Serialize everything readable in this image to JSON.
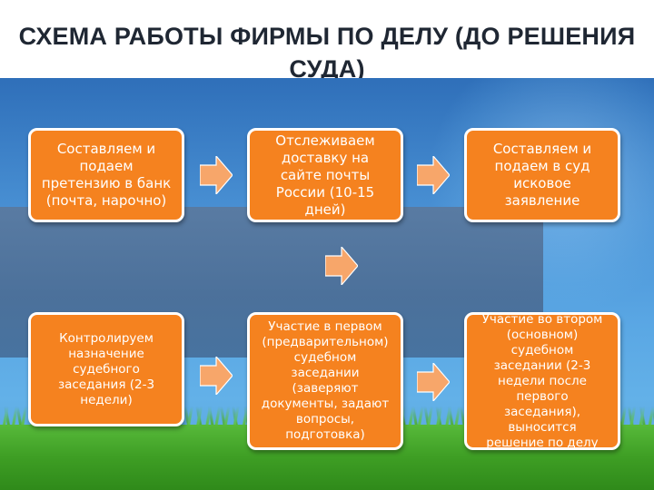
{
  "slide": {
    "title_line1": "СХЕМА РАБОТЫ ФИРМЫ ПО ДЕЛУ (ДО РЕШЕНИЯ",
    "title_line2": "СУДА)"
  },
  "steps": [
    {
      "text": "Составляем и\nподаем\nпретензию в банк\n(почта, нарочно)"
    },
    {
      "text": "Отслеживаем\nдоставку на\nсайте почты\nРоссии (10-15\nдней)"
    },
    {
      "text": "Составляем и\nподаем в суд\nисковое\nзаявление"
    },
    {
      "text": "Контролируем\nназначение\nсудебного\nзаседания (2-3\nнедели)"
    },
    {
      "text": "Участие в первом\n(предварительном)\nсудебном\nзаседании\n(заверяют\nдокументы, задают\nвопросы,\nподготовка)"
    },
    {
      "text": "Участие во втором\n(основном)\nсудебном\nзаседании (2-3\nнедели после\nпервого\nзаседания),\nвыносится\nрешение по делу"
    }
  ],
  "colors": {
    "box_fill": "#f5821f",
    "box_border": "#ffffff",
    "arrow_fill": "#f7a66a",
    "title": "#1f2733"
  }
}
